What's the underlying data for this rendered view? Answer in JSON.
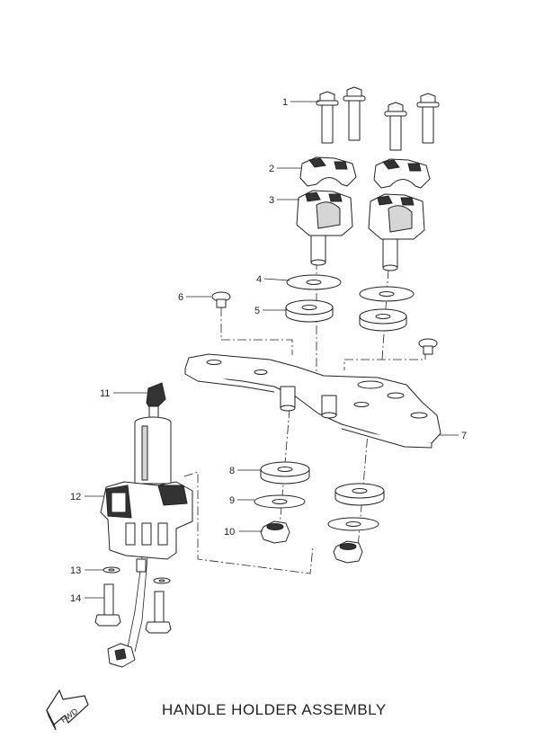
{
  "title": "HANDLE HOLDER ASSEMBLY",
  "fwd_label": "FWD",
  "callouts": [
    "1",
    "2",
    "3",
    "4",
    "5",
    "6",
    "7",
    "8",
    "9",
    "10",
    "11",
    "12",
    "13",
    "14"
  ]
}
